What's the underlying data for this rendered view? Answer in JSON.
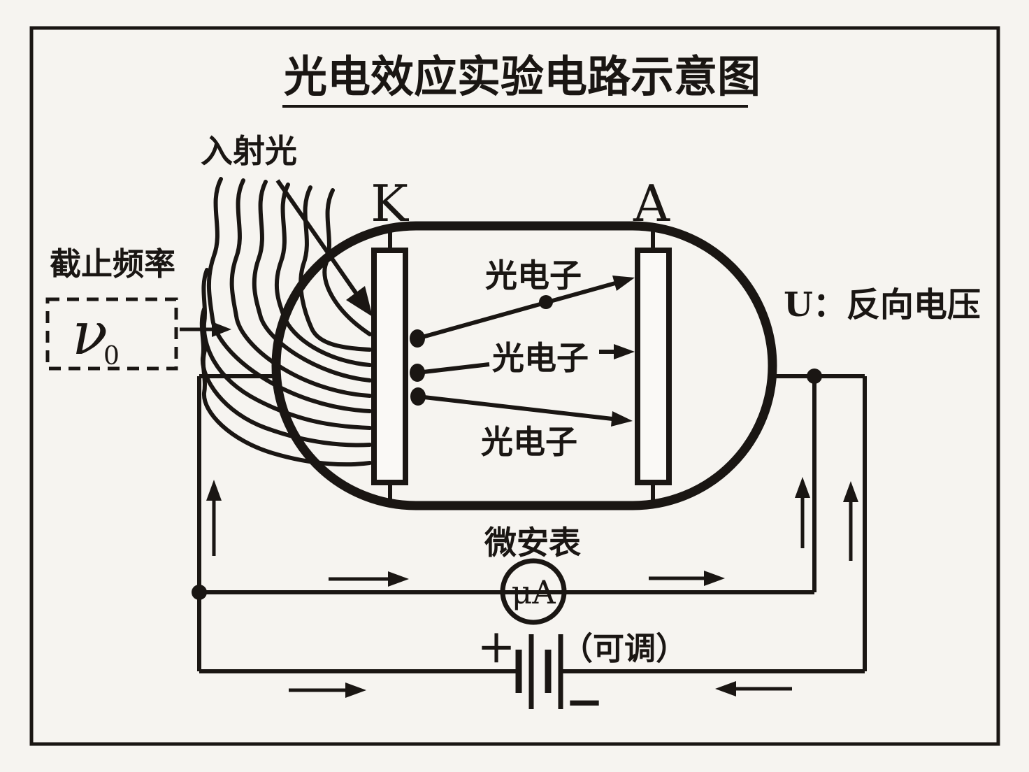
{
  "title": {
    "text": "光电效应实验电路示意图"
  },
  "labels": {
    "incident_light": "入射光",
    "cutoff_frequency": "截止频率",
    "nu": "ν",
    "nu_sub": "0",
    "cathode": "K",
    "anode": "A",
    "reverse_voltage": "U：反向电压",
    "microammeter": "微安表",
    "meter_symbol": "μA",
    "adjustable": "（可调）",
    "battery_plus": "+",
    "battery_minus": "−"
  },
  "photoelectrons": [
    "光电子",
    "光电子",
    "光电子"
  ],
  "colors": {
    "background": "#f6f4f0",
    "ink": "#1a1613"
  }
}
